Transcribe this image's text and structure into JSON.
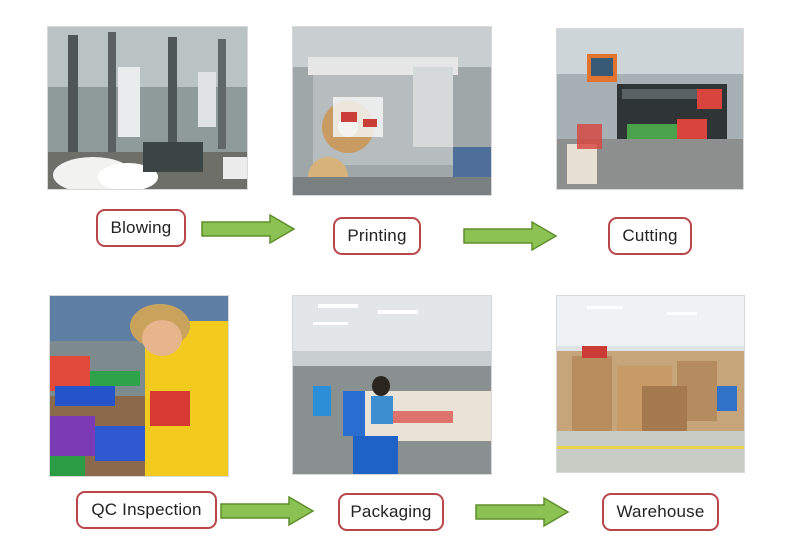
{
  "steps": [
    {
      "label": "Blowing",
      "icon": "blown-film-machine-photo"
    },
    {
      "label": "Printing",
      "icon": "printing-press-photo"
    },
    {
      "label": "Cutting",
      "icon": "bag-cutting-machine-photo"
    },
    {
      "label": "QC Inspection",
      "icon": "worker-inspecting-bags-photo"
    },
    {
      "label": "Packaging",
      "icon": "packaging-line-photo"
    },
    {
      "label": "Warehouse",
      "icon": "warehouse-boxes-photo"
    }
  ],
  "colors": {
    "label_border": "#b9474a",
    "arrow_fill": "#8cc153",
    "arrow_stroke": "#5e8f2c"
  }
}
